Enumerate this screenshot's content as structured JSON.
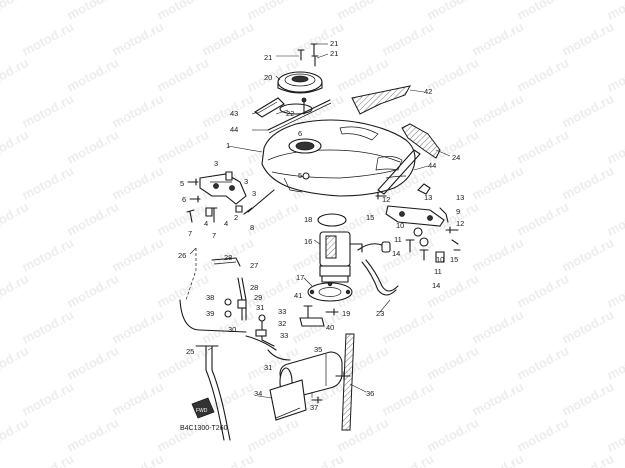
{
  "watermark": "motod.ru",
  "diagram_code": "B4C1300-T260",
  "arrow_mark": "FWD",
  "callouts": [
    {
      "id": "c1",
      "text": "1"
    },
    {
      "id": "c2",
      "text": "2"
    },
    {
      "id": "c3",
      "text": "3"
    },
    {
      "id": "c3b",
      "text": "3"
    },
    {
      "id": "c3c",
      "text": "3"
    },
    {
      "id": "c4",
      "text": "4"
    },
    {
      "id": "c4b",
      "text": "4"
    },
    {
      "id": "c5",
      "text": "5"
    },
    {
      "id": "c6",
      "text": "6"
    },
    {
      "id": "c7",
      "text": "7"
    },
    {
      "id": "c7b",
      "text": "7"
    },
    {
      "id": "c8",
      "text": "8"
    },
    {
      "id": "c9",
      "text": "9"
    },
    {
      "id": "c10",
      "text": "10"
    },
    {
      "id": "c10b",
      "text": "10"
    },
    {
      "id": "c11",
      "text": "11"
    },
    {
      "id": "c11b",
      "text": "11"
    },
    {
      "id": "c12",
      "text": "12"
    },
    {
      "id": "c12b",
      "text": "12"
    },
    {
      "id": "c13",
      "text": "13"
    },
    {
      "id": "c13b",
      "text": "13"
    },
    {
      "id": "c14",
      "text": "14"
    },
    {
      "id": "c14b",
      "text": "14"
    },
    {
      "id": "c15",
      "text": "15"
    },
    {
      "id": "c15b",
      "text": "15"
    },
    {
      "id": "c16",
      "text": "16"
    },
    {
      "id": "c17",
      "text": "17"
    },
    {
      "id": "c18",
      "text": "18"
    },
    {
      "id": "c19",
      "text": "19"
    },
    {
      "id": "c20",
      "text": "20"
    },
    {
      "id": "c21",
      "text": "21"
    },
    {
      "id": "c21b",
      "text": "21"
    },
    {
      "id": "c21c",
      "text": "21"
    },
    {
      "id": "c22",
      "text": "22"
    },
    {
      "id": "c23",
      "text": "23"
    },
    {
      "id": "c24",
      "text": "24"
    },
    {
      "id": "c25",
      "text": "25"
    },
    {
      "id": "c26",
      "text": "26"
    },
    {
      "id": "c27",
      "text": "27"
    },
    {
      "id": "c28",
      "text": "28"
    },
    {
      "id": "c28b",
      "text": "28"
    },
    {
      "id": "c29",
      "text": "29"
    },
    {
      "id": "c30",
      "text": "30"
    },
    {
      "id": "c31",
      "text": "31"
    },
    {
      "id": "c31b",
      "text": "31"
    },
    {
      "id": "c32",
      "text": "32"
    },
    {
      "id": "c33",
      "text": "33"
    },
    {
      "id": "c33b",
      "text": "33"
    },
    {
      "id": "c34",
      "text": "34"
    },
    {
      "id": "c35",
      "text": "35"
    },
    {
      "id": "c36",
      "text": "36"
    },
    {
      "id": "c37",
      "text": "37"
    },
    {
      "id": "c38",
      "text": "38"
    },
    {
      "id": "c39",
      "text": "39"
    },
    {
      "id": "c40",
      "text": "40"
    },
    {
      "id": "c41",
      "text": "41"
    },
    {
      "id": "c42",
      "text": "42"
    },
    {
      "id": "c43",
      "text": "43"
    },
    {
      "id": "c44",
      "text": "44"
    },
    {
      "id": "c44b",
      "text": "44"
    },
    {
      "id": "c5b",
      "text": "5"
    },
    {
      "id": "c6b",
      "text": "6"
    }
  ]
}
